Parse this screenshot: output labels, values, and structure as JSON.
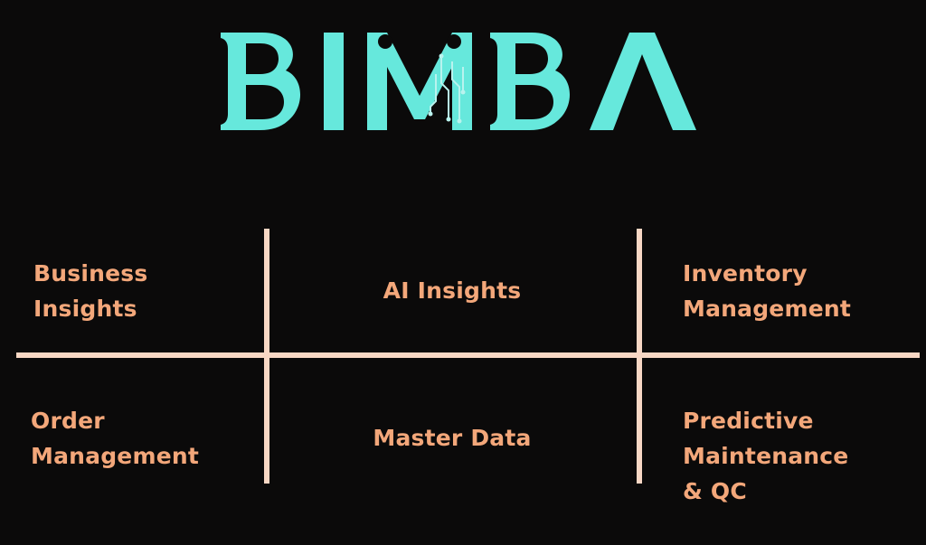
{
  "brand": {
    "logo_text": "BIMBA",
    "logo_color": "#66e8dc",
    "circuit_color": "#b9f3ee"
  },
  "colors": {
    "background": "#0b0a0a",
    "grid_line": "#f8d7c4",
    "label": "#f3a77a"
  },
  "modules": [
    {
      "lines": [
        "Business",
        "Insights"
      ]
    },
    {
      "lines": [
        "AI Insights"
      ]
    },
    {
      "lines": [
        "Inventory",
        "Management"
      ]
    },
    {
      "lines": [
        "Order",
        "Management"
      ]
    },
    {
      "lines": [
        "Master Data"
      ]
    },
    {
      "lines": [
        "Predictive",
        "Maintenance",
        "& QC"
      ]
    }
  ]
}
